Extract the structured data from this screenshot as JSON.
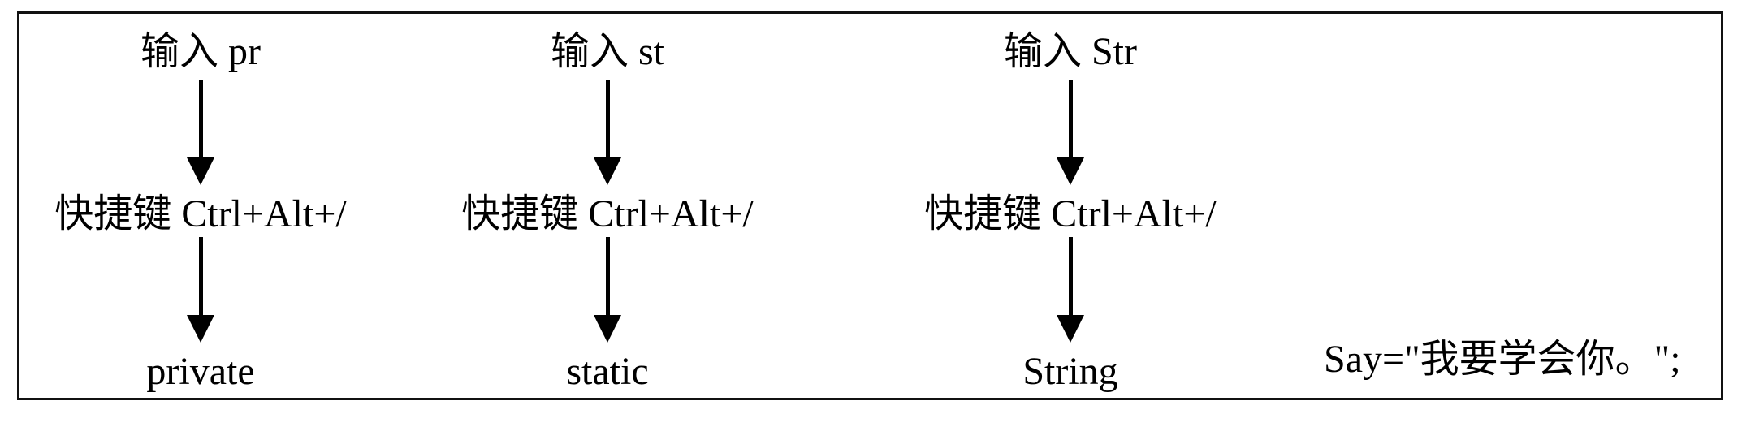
{
  "columns": [
    {
      "input": "输入 pr",
      "shortcut": "快捷键 Ctrl+Alt+/",
      "result": "private"
    },
    {
      "input": "输入 st",
      "shortcut": "快捷键 Ctrl+Alt+/",
      "result": "static"
    },
    {
      "input": "输入 Str",
      "shortcut": "快捷键 Ctrl+Alt+/",
      "result": "String"
    }
  ],
  "code_line": "Say=\"我要学会你。\";"
}
